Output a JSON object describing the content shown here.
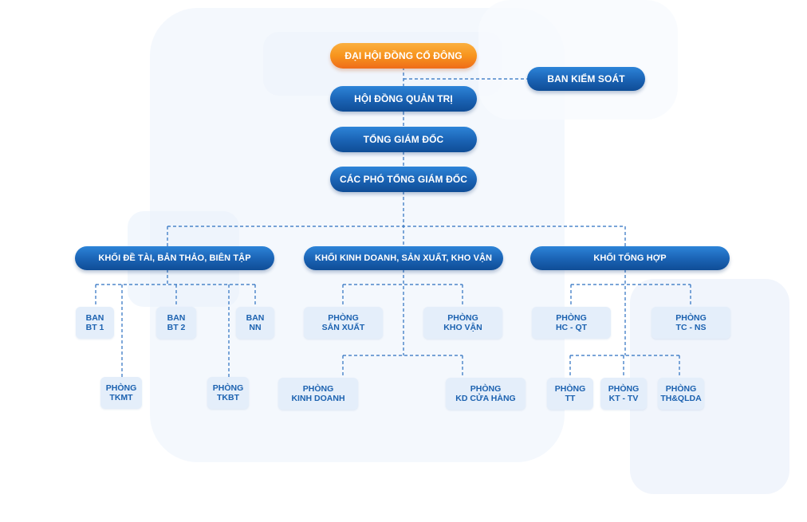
{
  "top": {
    "dhdcd": "ĐẠI HỘI ĐỒNG CỔ ĐÔNG",
    "bks": "BAN KIỂM SOÁT",
    "hdqt": "HỘI ĐỒNG QUẢN TRỊ",
    "tgd": "TỔNG GIÁM ĐỐC",
    "ptgd": "CÁC PHÓ TỔNG GIÁM ĐỐC"
  },
  "blocks": {
    "detai": "KHỐI ĐỀ TÀI, BẢN THẢO, BIÊN TẬP",
    "kinhdoanh": "KHỐI KINH DOANH, SẢN XUẤT, KHO VẬN",
    "tonghop": "KHỐI TỔNG HỢP"
  },
  "units": {
    "ban_bt1": "BAN\nBT 1",
    "ban_bt2": "BAN\nBT 2",
    "ban_nn": "BAN\nNN",
    "phong_tkmt": "PHÒNG\nTKMT",
    "phong_tkbt": "PHÒNG\nTKBT",
    "phong_sanxuat": "PHÒNG\nSẢN XUẤT",
    "phong_khovan": "PHÒNG\nKHO VẬN",
    "phong_kinhdoanh": "PHÒNG\nKINH DOANH",
    "phong_kdcuahang": "PHÒNG\nKD CỬA HÀNG",
    "phong_hcqt": "PHÒNG\nHC - QT",
    "phong_tcns": "PHÒNG\nTC - NS",
    "phong_tt": "PHÒNG\nTT",
    "phong_kttv": "PHÒNG\nKT - TV",
    "phong_thqlda": "PHÒNG\nTH&QLDA"
  },
  "colors": {
    "pill_blue": "#1a62b3",
    "pill_orange": "#f7941d",
    "box_fill": "#e4eefa",
    "box_text": "#1c62b0",
    "connector": "#2a6fc0"
  }
}
